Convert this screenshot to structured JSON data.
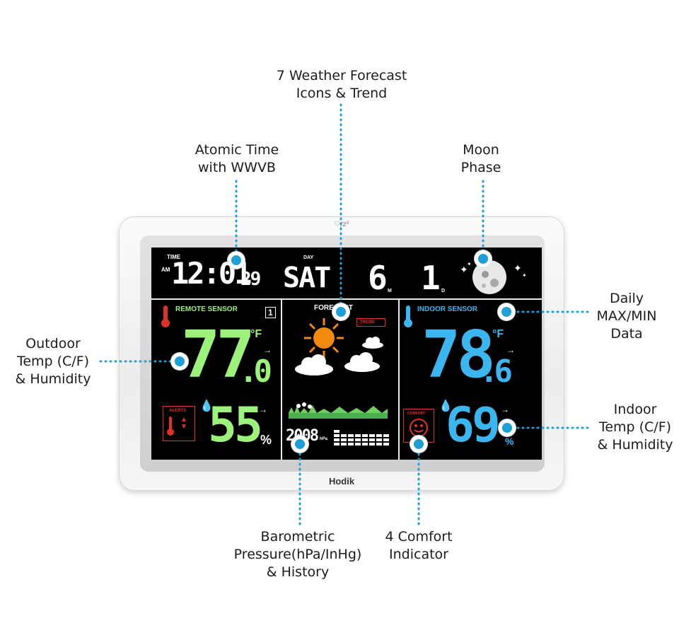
{
  "callouts": {
    "forecast": [
      "7 Weather Forecast",
      "Icons & Trend"
    ],
    "atomic_time": [
      "Atomic Time",
      "with WWVB"
    ],
    "moon_phase": [
      "Moon",
      "Phase"
    ],
    "max_min": [
      "Daily",
      "MAX/MIN",
      "Data"
    ],
    "outdoor": [
      "Outdoor",
      "Temp (C/F)",
      "& Humidity"
    ],
    "indoor": [
      "Indoor",
      "Temp (C/F)",
      "& Humidity"
    ],
    "barometric": [
      "Barometric",
      "Pressure(hPa/InHg)",
      "& History"
    ],
    "comfort": [
      "4 Comfort",
      "Indicator"
    ]
  },
  "device": {
    "brand": "Hodik",
    "top_logo": "♡/z²",
    "time_label": "TIME",
    "am": "AM",
    "time": "12:01",
    "seconds": "29",
    "day_label": "DAY",
    "day": "SAT",
    "month": "6",
    "month_unit": "M",
    "date": "1",
    "date_unit": "D",
    "remote_label": "REMOTE SENSOR",
    "channel": "1",
    "outdoor_temp_int": "77",
    "outdoor_temp_dec": ".0",
    "outdoor_unit": "°F",
    "outdoor_humidity": "55",
    "humidity_unit": "%",
    "alert_label": "ALERTS",
    "forecast_label": "FORECAST",
    "trend_tag": "TREND",
    "pressure": "2008",
    "pressure_unit": "hPa",
    "indoor_label": "INDOOR SENSOR",
    "indoor_temp_int": "78",
    "indoor_temp_dec": ".6",
    "indoor_unit": "°F",
    "indoor_humidity": "69",
    "indoor_humidity_unit": "%",
    "comfort_label": "COMFORT"
  },
  "colors": {
    "marker": "#1e9fd8",
    "outdoor_digits": "#9cf27a",
    "indoor_digits": "#3cb6f0",
    "alert": "#e0322c",
    "sun": "#f28a10"
  },
  "icons": [
    "thermometer-icon",
    "sun-icon",
    "cloud-icon",
    "moon-icon",
    "smiley-icon",
    "droplet-icon",
    "arrow-right-icon"
  ]
}
